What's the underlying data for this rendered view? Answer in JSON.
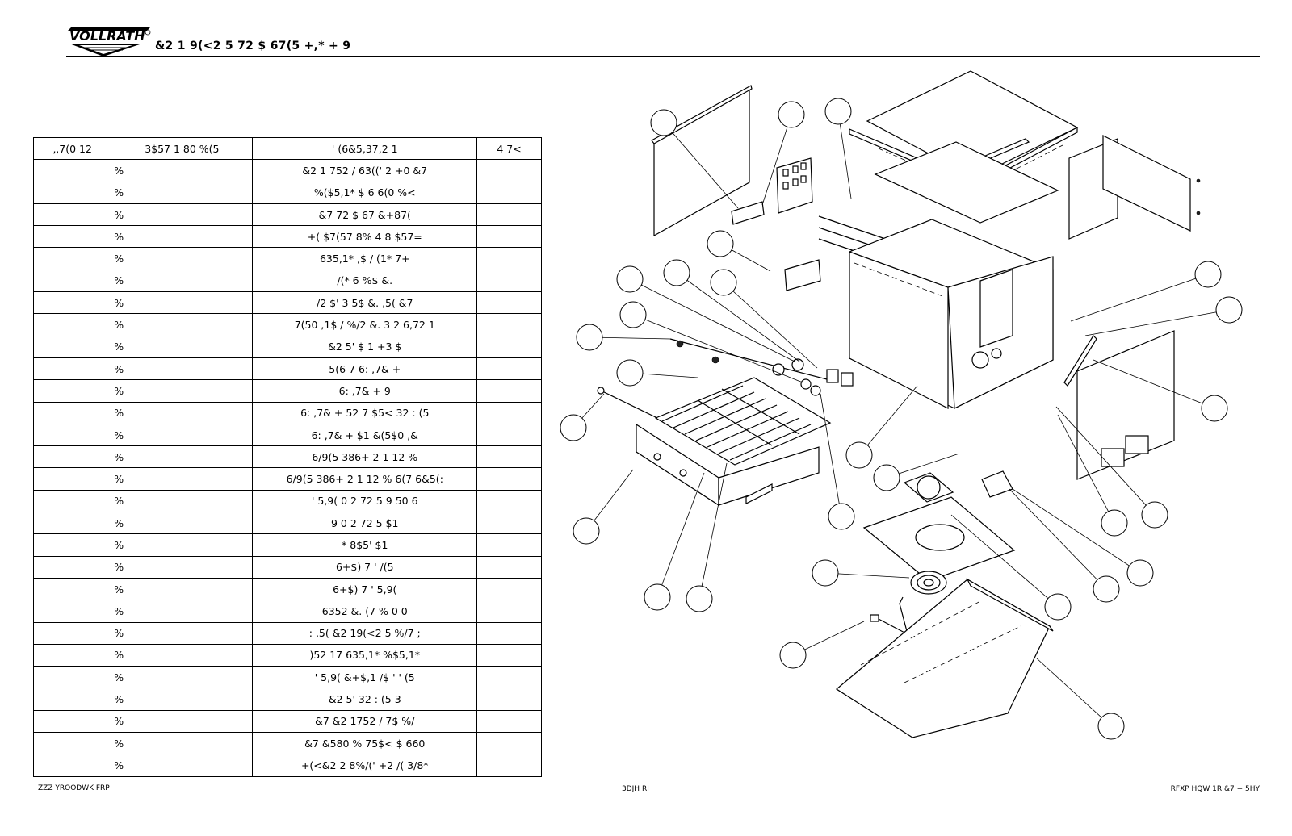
{
  "header": {
    "logo_text": "VOLLRATH",
    "title": "&2 1 9(<2 5 72 $ 67(5 +,* + 9"
  },
  "table": {
    "columns": [
      "‚,7(0 12 ",
      "3$57 1 80 %(5",
      "' (6&5,37,2 1",
      "4 7<"
    ],
    "rows": [
      {
        "item": "",
        "part": "%",
        "desc": "&2 1 752 / 63((' 2 +0 &7",
        "qty": ""
      },
      {
        "item": "",
        "part": "%",
        "desc": "%($5,1* $ 6 6(0 %<",
        "qty": ""
      },
      {
        "item": "",
        "part": "%",
        "desc": "&7 72 $ 67 &+87(",
        "qty": ""
      },
      {
        "item": "",
        "part": "%",
        "desc": "+( $7(57 8% 4 8 $57=",
        "qty": ""
      },
      {
        "item": "",
        "part": "%",
        "desc": "635,1* ,$ / (1* 7+",
        "qty": ""
      },
      {
        "item": "",
        "part": "%",
        "desc": "/(* 6 %$ &.",
        "qty": ""
      },
      {
        "item": "",
        "part": "%",
        "desc": "/2 $' 3 5$ &. ,5( &7",
        "qty": ""
      },
      {
        "item": "",
        "part": "%",
        "desc": "7(50 ,1$ / %/2 &. 3 2 6‚72 1",
        "qty": ""
      },
      {
        "item": "",
        "part": "%",
        "desc": "&2 5' $ 1 +3 $",
        "qty": ""
      },
      {
        "item": "",
        "part": "%",
        "desc": "5(6 7 6: ,7& +",
        "qty": ""
      },
      {
        "item": "",
        "part": "%",
        "desc": "6: ,7& + 9",
        "qty": ""
      },
      {
        "item": "",
        "part": "%",
        "desc": "6: ,7& + 52 7 $5< 32 : (5",
        "qty": ""
      },
      {
        "item": "",
        "part": "%",
        "desc": "6: ,7& + $1 &(5$0 ,&",
        "qty": ""
      },
      {
        "item": "",
        "part": "%",
        "desc": "6/9(5 386+ 2 1 12 %",
        "qty": ""
      },
      {
        "item": "",
        "part": "%",
        "desc": "6/9(5 386+ 2 1 12 % 6(7 6&5(:",
        "qty": ""
      },
      {
        "item": "",
        "part": "%",
        "desc": "' 5,9( 0 2 72 5 9 50 6",
        "qty": ""
      },
      {
        "item": "",
        "part": "%",
        "desc": "9 0 2 72 5 $1",
        "qty": ""
      },
      {
        "item": "",
        "part": "%",
        "desc": "* 8$5' $1",
        "qty": ""
      },
      {
        "item": "",
        "part": "%",
        "desc": "6+$) 7 ' /(5",
        "qty": ""
      },
      {
        "item": "",
        "part": "%",
        "desc": "6+$) 7 ' 5,9(",
        "qty": ""
      },
      {
        "item": "",
        "part": "%",
        "desc": "6352 &. (7 % 0 0",
        "qty": ""
      },
      {
        "item": "",
        "part": "%",
        "desc": ": ,5( &2 19(<2 5 %/7 ;",
        "qty": ""
      },
      {
        "item": "",
        "part": "%",
        "desc": ")52 17 635,1* %$5,1*",
        "qty": ""
      },
      {
        "item": "",
        "part": "%",
        "desc": "' 5,9( &+$,1 /$ ' ' (5",
        "qty": ""
      },
      {
        "item": "",
        "part": "%",
        "desc": "&2 5' 32 : (5 3",
        "qty": ""
      },
      {
        "item": "",
        "part": "%",
        "desc": "&7 &2 1752 / 7$ %/",
        "qty": ""
      },
      {
        "item": "",
        "part": "%",
        "desc": "&7 &580 % 75$< $ 660",
        "qty": ""
      },
      {
        "item": "",
        "part": "%",
        "desc": "+(<&2 2 8%/(' +2 /( 3/8*",
        "qty": ""
      }
    ]
  },
  "footer": {
    "left": "ZZZ YROODWK FRP",
    "center": "3DJH RI",
    "right": "RFXP HQW 1R &7 + 5HY"
  },
  "diagram": {
    "callouts": [
      "",
      "",
      "",
      "",
      "",
      "",
      "",
      "",
      "",
      "",
      "",
      "",
      "",
      "",
      "",
      "",
      "",
      "",
      "",
      "",
      "",
      "",
      "",
      "",
      "",
      "",
      "",
      ""
    ]
  }
}
